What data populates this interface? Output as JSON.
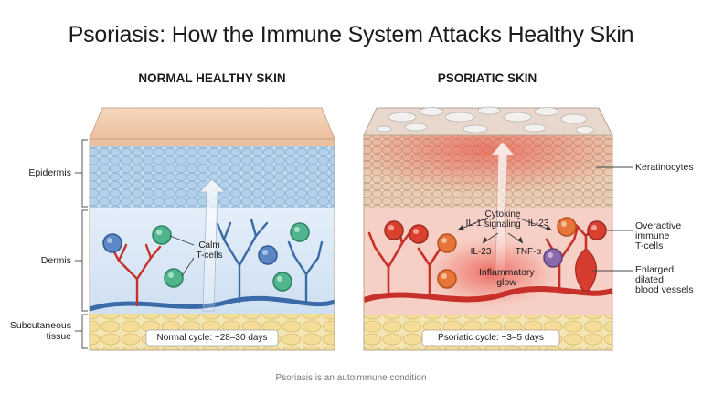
{
  "title": "Psoriasis: How the Immune System Attacks Healthy Skin",
  "panels": {
    "left": {
      "heading": "NORMAL HEALTHY SKIN",
      "cells_label": "Calm\nT-cells",
      "cycle_label": "Normal cycle: ~28–30 days"
    },
    "right": {
      "heading": "PSORIATIC SKIN",
      "cytokine_label": "Cytokine\nsignaling",
      "il17": "IL-17",
      "il23_top": "IL-23",
      "il23_bottom": "IL-23",
      "tnf": "TNF-α",
      "glow_label": "Inflammatory\nglow",
      "cycle_label": "Psoriatic cycle: ~3–5 days"
    }
  },
  "layer_labels": {
    "epidermis": "Epidermis",
    "dermis": "Dermis",
    "subcutaneous": "Subcutaneous\ntissue"
  },
  "callouts": {
    "keratinocytes": "Keratinocytes",
    "overactive": "Overactive\nimmune\nT-cells",
    "vessels": "Enlarged\ndilated\nblood vessels"
  },
  "footer": "Psoriasis is an autoimmune condition",
  "colors": {
    "epidermis_normal": "#bcd6ec",
    "dermis_normal": "#dce9f6",
    "fat": "#f3e2a6",
    "psoriatic_dermis": "#f6c9c0",
    "inflamed_glow": "#e8453c",
    "vessel_red": "#c8302a",
    "vessel_blue": "#3a6aa8",
    "tcell_blue": "#5b87c6",
    "tcell_green": "#4fb58d",
    "tcell_red": "#d9412f",
    "tcell_orange": "#e8743a",
    "tcell_purple": "#8a6aa8"
  }
}
